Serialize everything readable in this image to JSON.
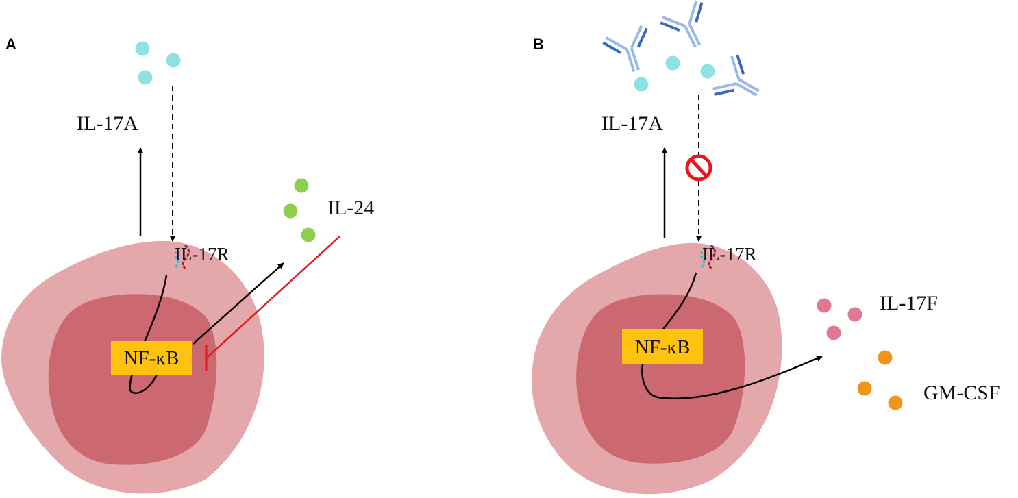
{
  "panel_a": {
    "letter": "A",
    "cytokine_top": "IL-17A",
    "receptor": "IL-17R",
    "transcription_factor": "NF-κB",
    "inhibitor": "IL-24"
  },
  "panel_b": {
    "letter": "B",
    "cytokine_top": "IL-17A",
    "receptor": "IL-17R",
    "transcription_factor": "NF-κB",
    "output_1": "IL-17F",
    "output_2": "GM-CSF"
  },
  "colors": {
    "outer_cell": "#e4a8ab",
    "nucleus": "#cc6870",
    "il17a_dot": "#8ee3e2",
    "il24_dot": "#8ccf4e",
    "il17f_dot": "#e07894",
    "gmcsf_dot": "#f0951c",
    "nfkb_box": "#ffc20e",
    "inhibit_line": "#e8161b",
    "antibody_light": "#9ab8ea",
    "antibody_dark": "#3a68c4",
    "block_symbol": "#e8161b"
  },
  "icons": {
    "blocked": "prohibition-icon",
    "antibody": "antibody-icon",
    "receptor": "receptor-icon"
  }
}
